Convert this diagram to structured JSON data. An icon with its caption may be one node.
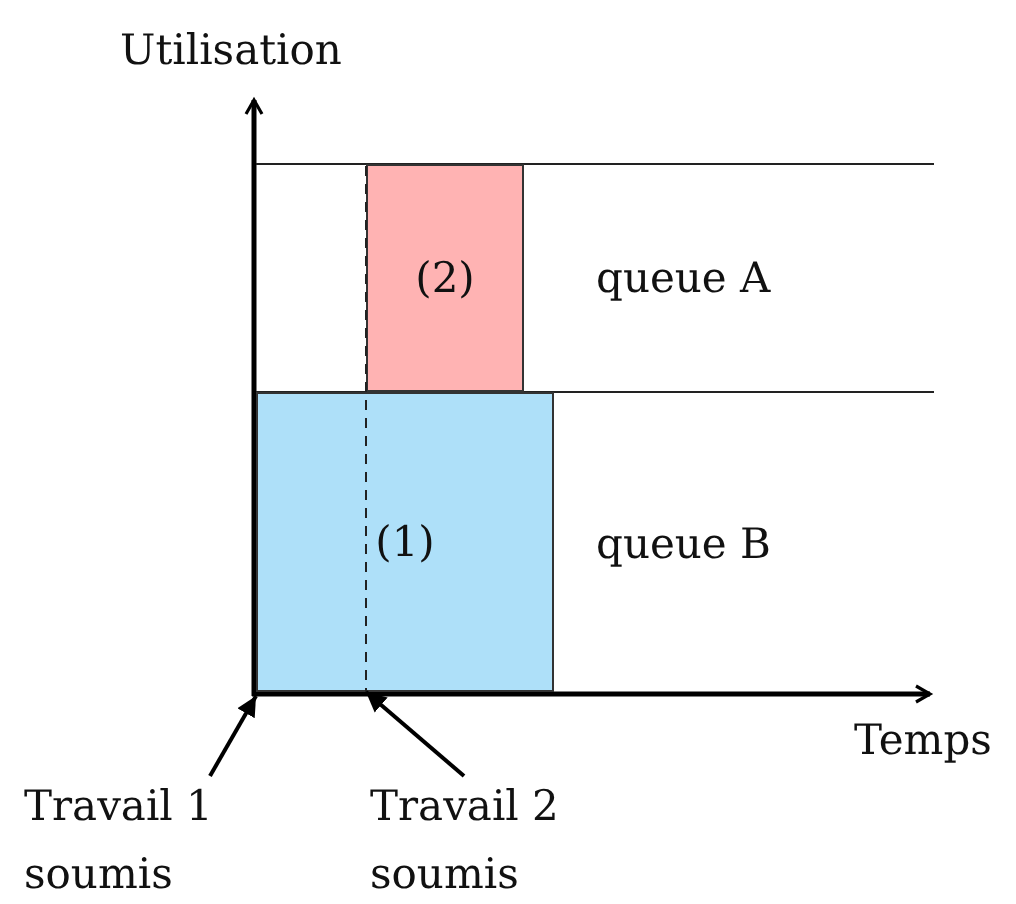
{
  "diagram": {
    "nodes": [
      {
        "text": [
          "(1)"
        ]
      },
      {
        "text": [
          "(2)"
        ]
      },
      {
        "text": [
          "Travail 1 soumis"
        ]
      },
      {
        "text": [
          "Travail 2 soumis"
        ]
      },
      {
        "text": [],
        "shape": "line"
      }
    ],
    "edges": [
      {
        "from": 2,
        "to": 0,
        "arrow": "to"
      },
      {
        "from": 3,
        "to": 4,
        "arrow": "to"
      }
    ],
    "labels": [
      "Utilisation",
      "queue A",
      "queue B",
      "Temps"
    ]
  }
}
